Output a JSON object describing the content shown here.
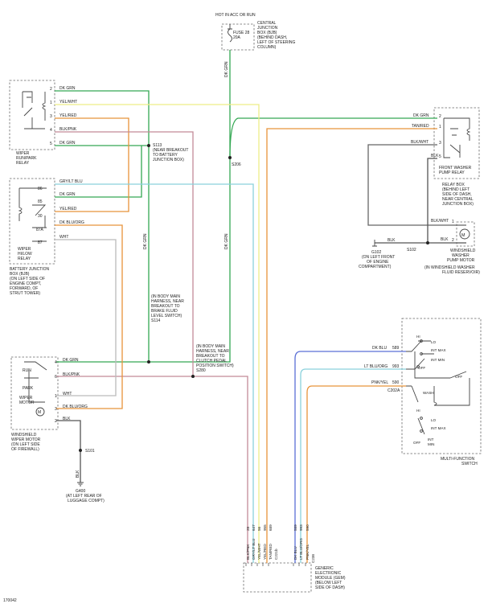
{
  "colors": {
    "green": "#34a853",
    "yellow": "#eeee88",
    "orange": "#e8933a",
    "pink": "#c28a98",
    "blue": "#5a6fd6",
    "ltblue": "#8ad1dc",
    "gray": "#bbbbbb",
    "black": "#555555",
    "dkgray": "#666666"
  },
  "fuse": {
    "header": "HOT IN ACC OR RUN",
    "name": "FUSE 28",
    "rating": "20A",
    "box_desc": [
      "CENTRAL",
      "JUNCTION",
      "BOX (BJB)",
      "(BEHIND DASH,",
      "LEFT OF STEERING",
      "COLUMN)"
    ]
  },
  "wiper_relay": {
    "pins": [
      "2",
      "1",
      "3",
      "4",
      "5"
    ],
    "wires": [
      "DK GRN",
      "YEL/WHT",
      "YEL/RED",
      "BLK/PNK",
      "DK GRN"
    ],
    "label": [
      "WIPER",
      "RUN/PARK",
      "RELAY"
    ]
  },
  "hilo_relay": {
    "wires": [
      "GRY/LT BLU",
      "DK GRN",
      "YEL/RED",
      "DK BLU/ORG",
      "WHT"
    ],
    "pins": [
      "86",
      "85",
      "30",
      "87A",
      "87"
    ],
    "label": [
      "WIPER",
      "HI/LOW",
      "RELAY"
    ]
  },
  "battery_box": [
    "BATTERY JUNCTION",
    "BOX (BJB)",
    "(ON LEFT SIDE OF",
    "ENGINE COMPT,",
    "FORWARD, OF",
    "STRUT TOWER)"
  ],
  "splices": {
    "s113": [
      "S113",
      "(NEAR BREAKOUT",
      "TO BATTERY",
      "JUNCTION BOX)"
    ],
    "s206": "S206",
    "s114": [
      "(IN BODY MAIN",
      "HARNESS, NEAR",
      "BREAKOUT TO",
      "BRAKE FLUID",
      "LEVEL SWITCH)",
      "S114"
    ],
    "s280": [
      "(IN BODY MAIN",
      "HARNESS, NEAR",
      "BREAKOUT TO",
      "CLUTCH PEDAL",
      "POSITION SWITCH)",
      "S280"
    ]
  },
  "wire_labels": {
    "dk_grn": "DK GRN",
    "blk": "BLK",
    "blk_wht": "BLK/WHT"
  },
  "washer_relay": {
    "pins": [
      "2",
      "1",
      "3",
      "5"
    ],
    "wires": [
      "DK GRN",
      "TAN/RED",
      "BLK/WHT",
      "BLK"
    ],
    "label": [
      "FRONT WASHER",
      "PUMP RELAY"
    ]
  },
  "relay_box": [
    "RELAY BOX",
    "(BEHIND LEFT",
    "SIDE OF DASH,",
    "NEAR CENTRAL",
    "JUNCTION BOX)"
  ],
  "washer_motor": {
    "pins": [
      "1",
      "2"
    ],
    "wires": [
      "BLK/WHT",
      "BLK"
    ],
    "label": [
      "WINDSHIELD",
      "WASHER",
      "PUMP MOTOR",
      "(IN WINDSHIELD WASHER",
      "FLUID RESERVOIR)"
    ]
  },
  "g102": {
    "name": "G102",
    "desc": [
      "(ON LEFT FRONT",
      "OF ENGINE",
      "COMPARTMENT)"
    ],
    "splice": "S102"
  },
  "multifunction": {
    "wires": [
      {
        "name": "DK BLU",
        "circuit": "589"
      },
      {
        "name": "LT BLU/ORG",
        "circuit": "993"
      },
      {
        "name": "PNK/YEL",
        "circuit": "590"
      }
    ],
    "connector": "C202A",
    "pos": [
      "HI",
      "LO",
      "INT MAX",
      "INT MIN",
      "OFF",
      "OFF",
      "WASH",
      "HI",
      "LO",
      "INT MAX",
      "OFF",
      "INT",
      "MIN"
    ],
    "label": [
      "MULTI-FUNCTION",
      "SWITCH"
    ]
  },
  "wiper_motor": {
    "pins": [
      "4",
      "6",
      "1",
      "3",
      "2"
    ],
    "wires": [
      "DK GRN",
      "BLK/PNK",
      "WHT",
      "DK BLU/ORG",
      "BLK"
    ],
    "inner": [
      "RUN",
      "PARK",
      "WIPER",
      "MOTOR"
    ],
    "label": [
      "WINDSHIELD",
      "WIPER MOTOR",
      "(ON LEFT SIDE",
      "OF FIREWALL)"
    ]
  },
  "g400": {
    "splice": "S101",
    "wire": "BLK",
    "name": "G400",
    "desc": [
      "(AT LEFT REAR OF",
      "LUGGAGE COMPT)"
    ]
  },
  "gem": {
    "circuits": [
      "28",
      "647",
      "56",
      "955",
      "689",
      "589",
      "993",
      "590"
    ],
    "wires": [
      "BLK/PNK",
      "GRY/LT BLU",
      "YEL/WHT",
      "YEL/RED",
      "TAN/RED",
      "DK BLU",
      "LT BLU/ORG",
      "PNK/YEL"
    ],
    "connector": "C221b",
    "connector2": "C238",
    "label": [
      "GENERIC",
      "ELECTRONIC",
      "MODULE (GEM)",
      "(BELOW LEFT",
      "SIDE OF DASH)"
    ]
  },
  "code": "170042"
}
